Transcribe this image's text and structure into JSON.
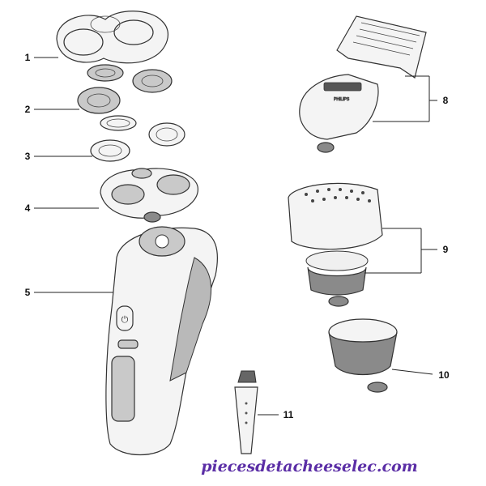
{
  "diagram": {
    "callouts": [
      {
        "id": "c1",
        "label": "1"
      },
      {
        "id": "c2",
        "label": "2"
      },
      {
        "id": "c3",
        "label": "3"
      },
      {
        "id": "c4",
        "label": "4"
      },
      {
        "id": "c5",
        "label": "5"
      },
      {
        "id": "c8",
        "label": "8"
      },
      {
        "id": "c9",
        "label": "9"
      },
      {
        "id": "c10",
        "label": "10"
      },
      {
        "id": "c11",
        "label": "11"
      }
    ],
    "trimmer_brand_text": "PHILIPS",
    "watermark": "piecesdetacheeselec.com"
  }
}
